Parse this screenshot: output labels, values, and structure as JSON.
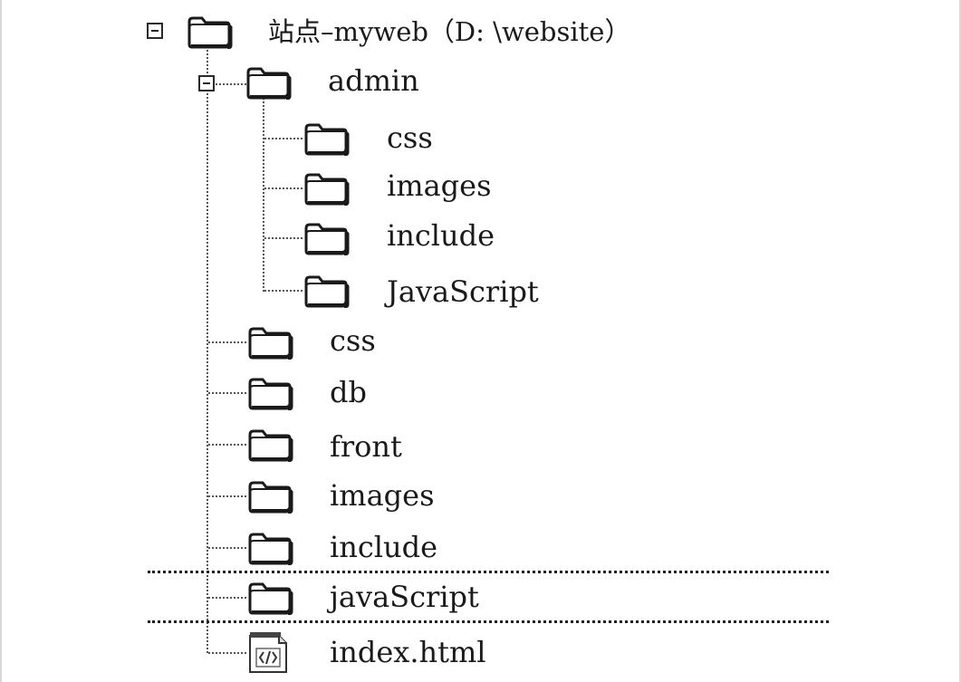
{
  "tree": {
    "root": {
      "label": "站点–myweb（D: \\website）",
      "icon": "folder-open-icon",
      "expanded": true
    },
    "admin": {
      "label": "admin",
      "icon": "folder-icon",
      "expanded": true,
      "children": [
        {
          "label": "css",
          "icon": "folder-icon"
        },
        {
          "label": "images",
          "icon": "folder-icon"
        },
        {
          "label": "include",
          "icon": "folder-icon"
        },
        {
          "label": "JavaScript",
          "icon": "folder-icon"
        }
      ]
    },
    "items": [
      {
        "label": "css",
        "icon": "folder-icon"
      },
      {
        "label": "db",
        "icon": "folder-icon"
      },
      {
        "label": "front",
        "icon": "folder-icon"
      },
      {
        "label": "images",
        "icon": "folder-icon"
      },
      {
        "label": "include",
        "icon": "folder-icon"
      },
      {
        "label": "javaScript",
        "icon": "folder-icon"
      },
      {
        "label": "index.html",
        "icon": "html-file-icon"
      }
    ]
  }
}
